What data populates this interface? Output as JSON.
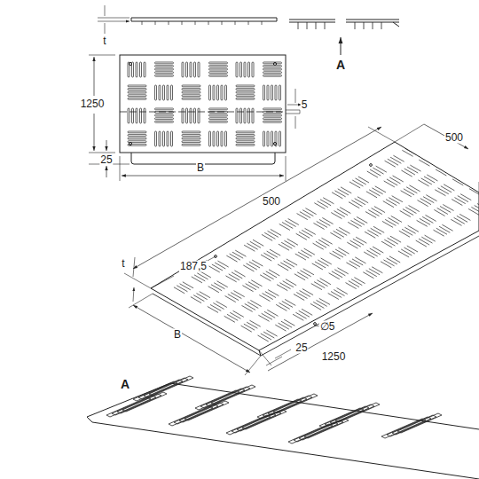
{
  "diagram": {
    "labels": [
      "t",
      "A",
      "1250",
      "5",
      "25",
      "B",
      "500",
      "500",
      "t",
      "187,5",
      "∅5",
      "B",
      "25",
      "1250",
      "A"
    ]
  }
}
